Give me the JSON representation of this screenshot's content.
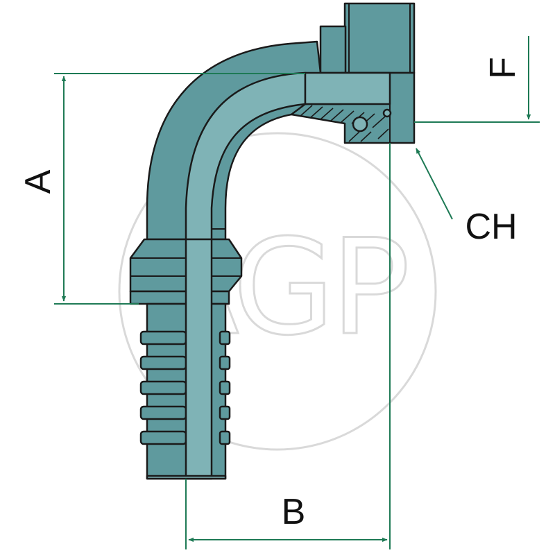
{
  "colors": {
    "body_fill": "#5f9a9e",
    "body_fill_dark": "#4c8387",
    "bore_fill": "#7fb3b6",
    "outline": "#1a1a1a",
    "dimension_line": "#1e7a55",
    "label": "#111111",
    "watermark": "#d9d9d9",
    "background": "#ffffff"
  },
  "watermark": {
    "text": "AGP"
  },
  "dimensions": {
    "a": "A",
    "b": "B",
    "f": "F",
    "ch": "CH"
  }
}
